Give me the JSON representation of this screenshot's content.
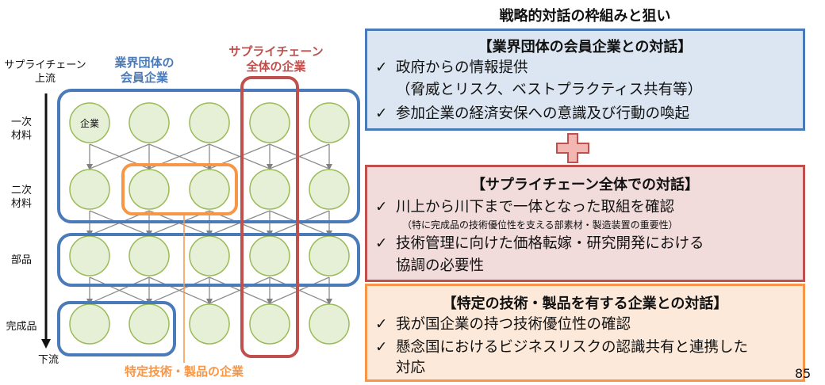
{
  "stages": {
    "top": "サプライチェーン\n上流",
    "primary": "一次\n材料",
    "secondary": "二次\n材料",
    "parts": "部品",
    "finished": "完成品",
    "bottom": "下流"
  },
  "groups": {
    "industry": "業界団体の\n会員企業",
    "supply_chain": "サプライチェーン\n全体の企業",
    "specific": "特定技術・製品の企業"
  },
  "node_label": "企業",
  "heading": "戦略的対話の枠組みと狙い",
  "plus_glyph": "＋",
  "panel1": {
    "title": "【業界団体の会員企業との対話】",
    "check": "✓",
    "item1": "政府からの情報提供",
    "item1_sub": "（脅威とリスク、ベストプラクティス共有等）",
    "item2": "参加企業の経済安保への意識及び行動の喚起"
  },
  "panel2": {
    "title": "【サプライチェーン全体での対話】",
    "check": "✓",
    "item1": "川上から川下まで一体となった取組を確認",
    "item1_note": "（特に完成品の技術優位性を支える部素材・製造装置の重要性）",
    "item2a": "技術管理に向けた価格転嫁・研究開発における",
    "item2b": "協調の必要性"
  },
  "panel3": {
    "title": "【特定の技術・製品を有する企業との対話】",
    "check": "✓",
    "item1": "我が国企業の持つ技術優位性の確認",
    "item2a": "懸念国におけるビジネスリスクの認識共有と連携した",
    "item2b": "対応"
  },
  "page_number": "85",
  "colors": {
    "blue": "#4a7ab8",
    "red": "#c0504d",
    "orange": "#f79646",
    "node_fill": "#e6f0d6",
    "node_stroke": "#9bbb59",
    "panel1_bg": "#dce6f2",
    "panel2_bg": "#f2dcdb",
    "panel3_bg": "#fde9d9"
  }
}
